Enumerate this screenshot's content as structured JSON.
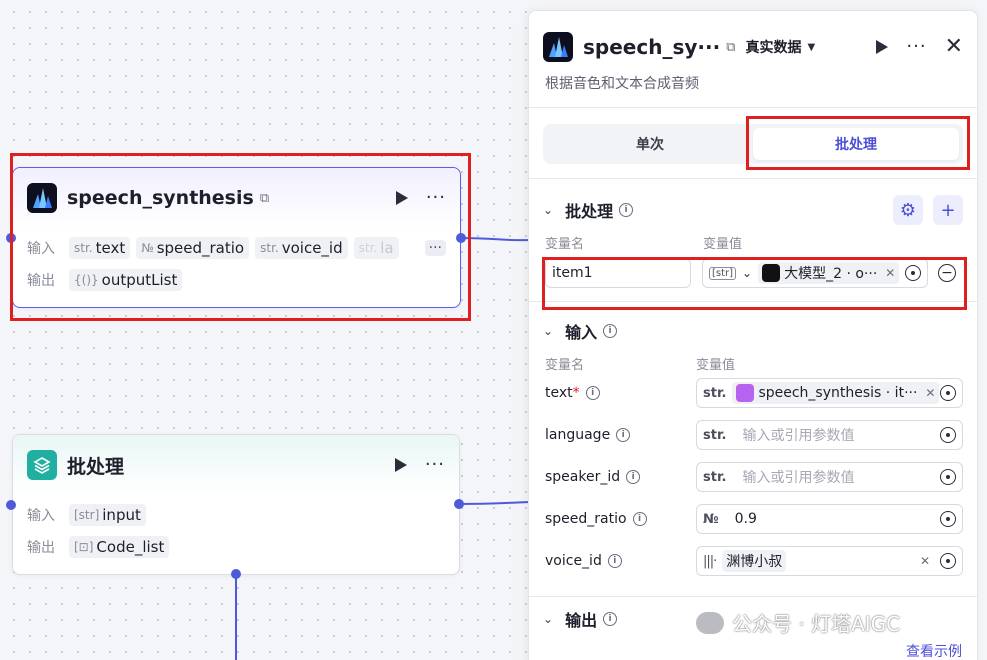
{
  "node_speech": {
    "title": "speech_synthesis",
    "input_label": "输入",
    "output_label": "输出",
    "inputs": [
      {
        "type": "str.",
        "name": "text"
      },
      {
        "type": "№",
        "name": "speed_ratio"
      },
      {
        "type": "str.",
        "name": "voice_id"
      },
      {
        "type": "str.",
        "name": "la"
      }
    ],
    "more_chip": "···",
    "outputs": [
      {
        "type": "{()}",
        "name": "outputList"
      }
    ]
  },
  "node_batch": {
    "title": "批处理",
    "input_label": "输入",
    "output_label": "输出",
    "inputs": [
      {
        "type": "[str]",
        "name": "input"
      }
    ],
    "outputs": [
      {
        "type": "[⊡]",
        "name": "Code_list"
      }
    ]
  },
  "panel": {
    "title": "speech_sy···",
    "data_select": "真实数据",
    "subtitle": "根据音色和文本合成音频",
    "tabs": [
      "单次",
      "批处理"
    ],
    "active_tab": "批处理",
    "batch_section": {
      "title": "批处理",
      "col_name": "变量名",
      "col_value": "变量值",
      "item_name": "item1",
      "item_type": "[str]",
      "item_ref": "大模型_2 · o···"
    },
    "input_section": {
      "title": "输入",
      "col_name": "变量名",
      "col_value": "变量值",
      "rows": [
        {
          "name": "text",
          "required": "*",
          "type": "str.",
          "value": "speech_synthesis · it···",
          "placeholder": ""
        },
        {
          "name": "language",
          "required": "",
          "type": "str.",
          "value": "",
          "placeholder": "输入或引用参数值"
        },
        {
          "name": "speaker_id",
          "required": "",
          "type": "str.",
          "value": "",
          "placeholder": "输入或引用参数值"
        },
        {
          "name": "speed_ratio",
          "required": "",
          "type": "№",
          "value": "0.9",
          "placeholder": ""
        },
        {
          "name": "voice_id",
          "required": "",
          "type": "|||·",
          "value": "渊博小叔",
          "placeholder": ""
        }
      ]
    },
    "output_section": {
      "title": "输出",
      "link": "查看示例"
    }
  },
  "watermark": "公众号 · 灯塔AIGC",
  "colors": {
    "accent": "#4d4fd8",
    "edge": "#4d5bd9",
    "highlight": "#e02020"
  }
}
